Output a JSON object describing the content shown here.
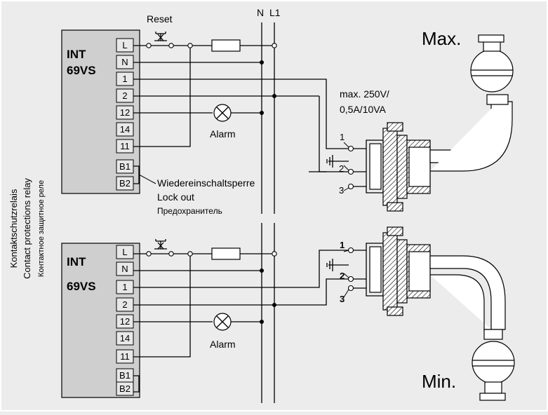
{
  "relay_top": {
    "name_line1": "INT",
    "name_line2": "69VS",
    "terminals": [
      "L",
      "N",
      "1",
      "2",
      "12",
      "14",
      "11",
      "B1",
      "B2"
    ]
  },
  "relay_bottom": {
    "name_line1": "INT",
    "name_line2": "69VS",
    "terminals": [
      "L",
      "N",
      "1",
      "2",
      "12",
      "14",
      "11",
      "B1",
      "B2"
    ]
  },
  "labels": {
    "reset": "Reset",
    "n": "N",
    "l1": "L1",
    "alarm_top": "Alarm",
    "alarm_bottom": "Alarm",
    "max": "Max.",
    "min": "Min.",
    "rating_line1": "max. 250V/",
    "rating_line2": "0,5A/10VA",
    "lockout_de": "Wiedereinschaltsperre",
    "lockout_en": "Lock out",
    "lockout_ru": "Предохранитель",
    "side_de": "Kontaktschutzrelais",
    "side_en": "Contact protections relay",
    "side_ru": "Контактное защитное реле",
    "pin_top": [
      "1",
      "2",
      "3"
    ],
    "pin_bottom": [
      "1",
      "2",
      "3"
    ]
  }
}
